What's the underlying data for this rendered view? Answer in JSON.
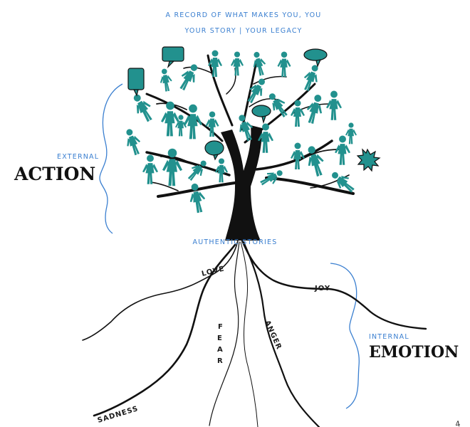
{
  "header": {
    "tagline": "A RECORD OF WHAT MAKES YOU, YOU",
    "subtitle": "YOUR STORY | YOUR LEGACY"
  },
  "left": {
    "small_label": "EXTERNAL",
    "big_label": "ACTION"
  },
  "right": {
    "small_label": "INTERNAL",
    "big_label": "EMOTION"
  },
  "trunk_label": "AUTHENTIC STORIES",
  "roots": {
    "love": "LOVE",
    "joy": "JOY",
    "fear_letters": [
      "F",
      "E",
      "A",
      "R"
    ],
    "anger": "ANGER",
    "sadness": "SADNESS"
  },
  "page_number": "4",
  "colors": {
    "teal": "#22918e",
    "accent_blue": "#3a7fd0",
    "ink": "#111111"
  },
  "icons": [
    "speech-bubble-icon",
    "starburst-icon",
    "person-figure-icon"
  ]
}
